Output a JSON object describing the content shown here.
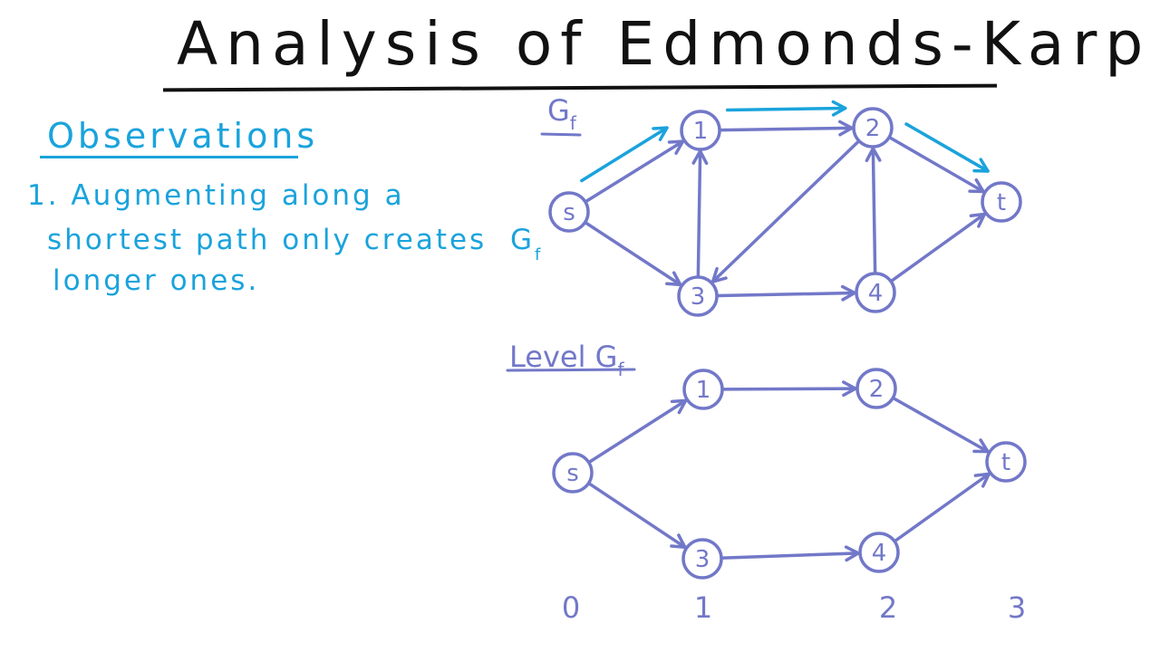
{
  "title": "Analysis of Edmonds-Karp",
  "observations": {
    "heading": "Observations",
    "lines": [
      "1. Augmenting along a",
      "shortest path only creates",
      "longer ones."
    ],
    "gf_inline": {
      "main": "G",
      "sub": "f"
    }
  },
  "colors": {
    "ink": "#111111",
    "accent": "#1aa3dc",
    "graph": "#7278c8"
  },
  "graphs": [
    {
      "label": {
        "prefix": "",
        "main": "G",
        "sub": "f"
      },
      "nodes": [
        "s",
        "1",
        "2",
        "t",
        "3",
        "4"
      ],
      "edges": [
        [
          "s",
          "1"
        ],
        [
          "s",
          "3"
        ],
        [
          "1",
          "2"
        ],
        [
          "3",
          "1"
        ],
        [
          "2",
          "3"
        ],
        [
          "3",
          "4"
        ],
        [
          "2",
          "t"
        ],
        [
          "4",
          "2"
        ],
        [
          "4",
          "t"
        ]
      ],
      "highlighted_path": [
        "s",
        "1",
        "2",
        "t"
      ]
    },
    {
      "label": {
        "prefix": "Level ",
        "main": "G",
        "sub": "f"
      },
      "nodes": [
        "s",
        "1",
        "2",
        "t",
        "3",
        "4"
      ],
      "edges": [
        [
          "s",
          "1"
        ],
        [
          "s",
          "3"
        ],
        [
          "1",
          "2"
        ],
        [
          "3",
          "4"
        ],
        [
          "2",
          "t"
        ],
        [
          "4",
          "t"
        ]
      ],
      "levels": [
        "0",
        "1",
        "2",
        "3"
      ]
    }
  ]
}
